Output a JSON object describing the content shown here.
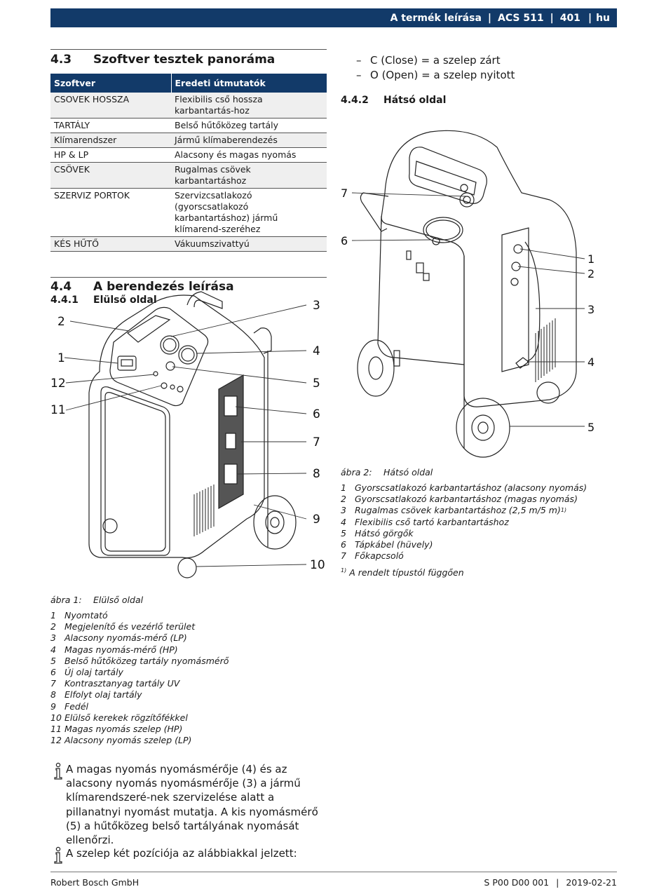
{
  "header": {
    "title": "A termék leírása",
    "product": "ACS 511",
    "page": "401",
    "lang": "hu",
    "separator": "|"
  },
  "section_4_3": {
    "number": "4.3",
    "title": "Szoftver tesztek panoráma",
    "table": {
      "columns": [
        "Szoftver",
        "Eredeti útmutatók"
      ],
      "rows": [
        [
          "CSOVEK HOSSZA",
          "Flexibilis cső hossza karbantartás-hoz"
        ],
        [
          "TARTÁLY",
          "Belső hűtőközeg tartály"
        ],
        [
          "Klímarendszer",
          "Jármű klímaberendezés"
        ],
        [
          "HP & LP",
          "Alacsony és magas nyomás"
        ],
        [
          "CSÖVEK",
          "Rugalmas csövek karbantartáshoz"
        ],
        [
          "SZERVIZ PORTOK",
          "Szervizcsatlakozó (gyorscsatlakozó karbantartáshoz) jármű klímarend-szeréhez"
        ],
        [
          "KÉS HŰTŐ",
          "Vákuumszivattyú"
        ]
      ]
    }
  },
  "section_4_4": {
    "number": "4.4",
    "title": "A berendezés leírása",
    "sub_number": "4.4.1",
    "sub_title": "Elülső oldal"
  },
  "figure1": {
    "label": "ábra 1:",
    "title": "Elülső oldal",
    "callouts": [
      "1",
      "2",
      "3",
      "4",
      "5",
      "6",
      "7",
      "8",
      "9",
      "10",
      "11",
      "12"
    ],
    "legend": [
      [
        "1",
        "Nyomtató"
      ],
      [
        "2",
        "Megjelenítő és vezérlő terület"
      ],
      [
        "3",
        "Alacsony nyomás-mérő (LP)"
      ],
      [
        "4",
        "Magas nyomás-mérő (HP)"
      ],
      [
        "5",
        "Belső hűtőközeg tartály nyomásmérő"
      ],
      [
        "6",
        "Új olaj tartály"
      ],
      [
        "7",
        "Kontrasztanyag tartály UV"
      ],
      [
        "8",
        "Elfolyt olaj tartály"
      ],
      [
        "9",
        "Fedél"
      ],
      [
        "10",
        "Elülső kerekek rögzítőfékkel"
      ],
      [
        "11",
        "Magas nyomás szelep (HP)"
      ],
      [
        "12",
        "Alacsony nyomás szelep (LP)"
      ]
    ]
  },
  "notes": {
    "note1": "A magas nyomás nyomásmérője (4) és az alacsony nyomás nyomásmérője (3) a jármű klímarendszeré-nek szervizelése alatt a pillanatnyi nyomást mutatja. A kis nyomásmérő (5) a hűtőközeg belső tartályának nyomását ellenőrzi.",
    "note2": "A szelep két pozíciója az alábbiakkal jelzett:"
  },
  "valve_positions": [
    {
      "dash": "–",
      "text": "C (Close) = a szelep zárt"
    },
    {
      "dash": "–",
      "text": "O (Open) = a szelep nyitott"
    }
  ],
  "section_4_4_2": {
    "number": "4.4.2",
    "title": "Hátsó oldal"
  },
  "figure2": {
    "label": "ábra 2:",
    "title": "Hátsó oldal",
    "callouts": [
      "1",
      "2",
      "3",
      "4",
      "5",
      "6",
      "7"
    ],
    "legend": [
      [
        "1",
        "Gyorscsatlakozó karbantartáshoz (alacsony nyomás)"
      ],
      [
        "2",
        "Gyorscsatlakozó karbantartáshoz (magas nyomás)"
      ],
      [
        "3",
        "Rugalmas csövek karbantartáshoz (2,5 m/5 m)"
      ],
      [
        "4",
        "Flexibilis cső tartó karbantartáshoz"
      ],
      [
        "5",
        "Hátsó görgők"
      ],
      [
        "6",
        "Tápkábel (hüvely)"
      ],
      [
        "7",
        "Főkapcsoló"
      ]
    ],
    "legend3_sup": "1)",
    "footnote_mark": "1)",
    "footnote": "A rendelt típustól függően"
  },
  "footer": {
    "company": "Robert Bosch GmbH",
    "doc_id": "S P00 D00 001",
    "separator": "|",
    "date": "2019-02-21"
  }
}
